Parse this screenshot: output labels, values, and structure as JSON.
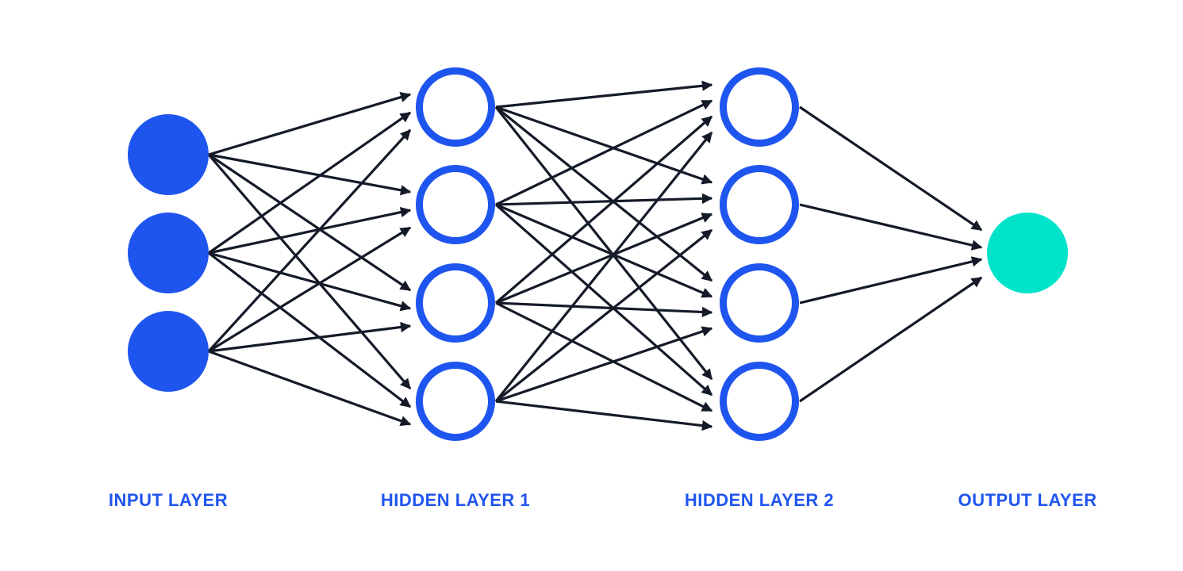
{
  "layers": [
    {
      "label": "INPUT LAYER",
      "nodes": 3,
      "style": "filled"
    },
    {
      "label": "HIDDEN LAYER 1",
      "nodes": 4,
      "style": "outline"
    },
    {
      "label": "HIDDEN LAYER 2",
      "nodes": 4,
      "style": "outline"
    },
    {
      "label": "OUTPUT LAYER",
      "nodes": 1,
      "style": "filled-output"
    }
  ],
  "colors": {
    "node": "#1f55ef",
    "output": "#00e3cb",
    "arrow": "#141a28",
    "label": "#1f55ef"
  }
}
